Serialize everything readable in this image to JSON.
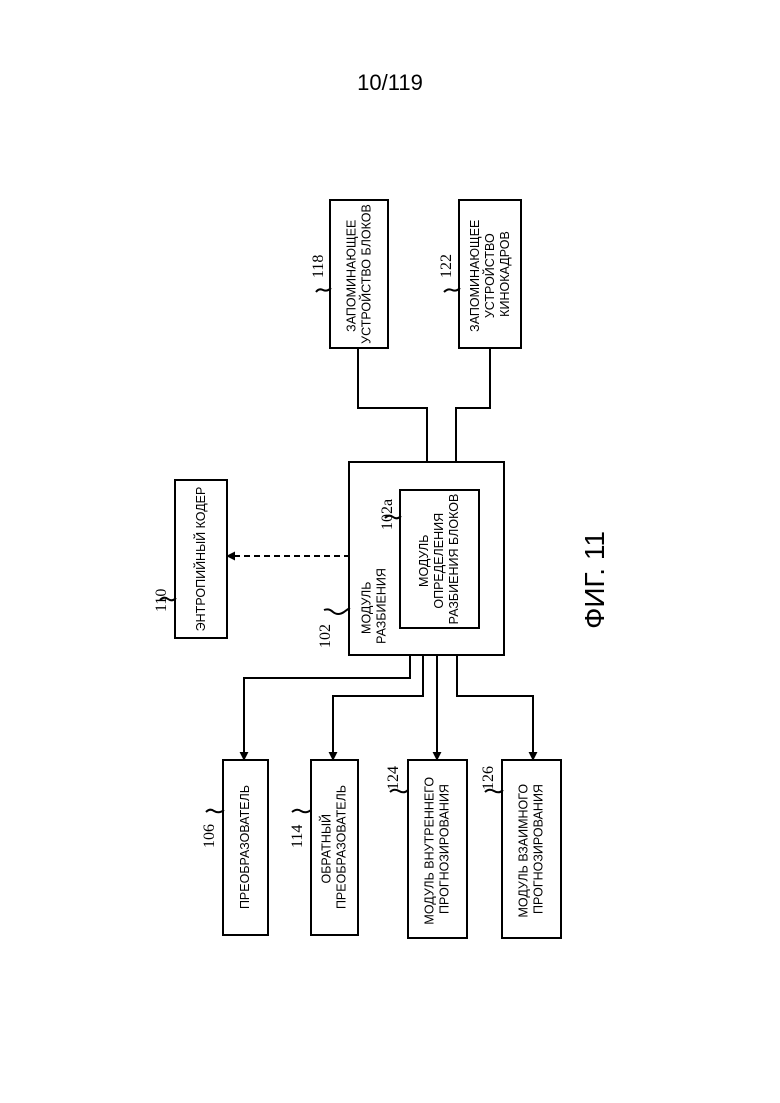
{
  "page_number": "10/119",
  "figure_caption": "ФИГ. 11",
  "blocks": {
    "block_memory": {
      "ref": "118",
      "lines": [
        "ЗАПОМИНАЮЩЕЕ",
        "УСТРОЙСТВО БЛОКОВ"
      ]
    },
    "frame_memory": {
      "ref": "122",
      "lines": [
        "ЗАПОМИНАЮЩЕЕ",
        "УСТРОЙСТВО",
        "КИНОКАДРОВ"
      ]
    },
    "entropy_coder": {
      "ref": "110",
      "lines": [
        "ЭНТРОПИЙНЫЙ КОДЕР"
      ]
    },
    "partition_module": {
      "ref": "102",
      "lines": [
        "МОДУЛЬ",
        "РАЗБИЕНИЯ"
      ]
    },
    "partition_determination": {
      "ref": "102a",
      "lines": [
        "МОДУЛЬ",
        "ОПРЕДЕЛЕНИЯ",
        "РАЗБИЕНИЯ БЛОКОВ"
      ]
    },
    "transformer": {
      "ref": "106",
      "lines": [
        "ПРЕОБРАЗОВАТЕЛЬ"
      ]
    },
    "inverse_transformer": {
      "ref": "114",
      "lines": [
        "ОБРАТНЫЙ",
        "ПРЕОБРАЗОВАТЕЛЬ"
      ]
    },
    "intra_prediction": {
      "ref": "124",
      "lines": [
        "МОДУЛЬ ВНУТРЕННЕГО",
        "ПРОГНОЗИРОВАНИЯ"
      ]
    },
    "inter_prediction": {
      "ref": "126",
      "lines": [
        "МОДУЛЬ ВЗАИМНОГО",
        "ПРОГНОЗИРОВАНИЯ"
      ]
    }
  }
}
